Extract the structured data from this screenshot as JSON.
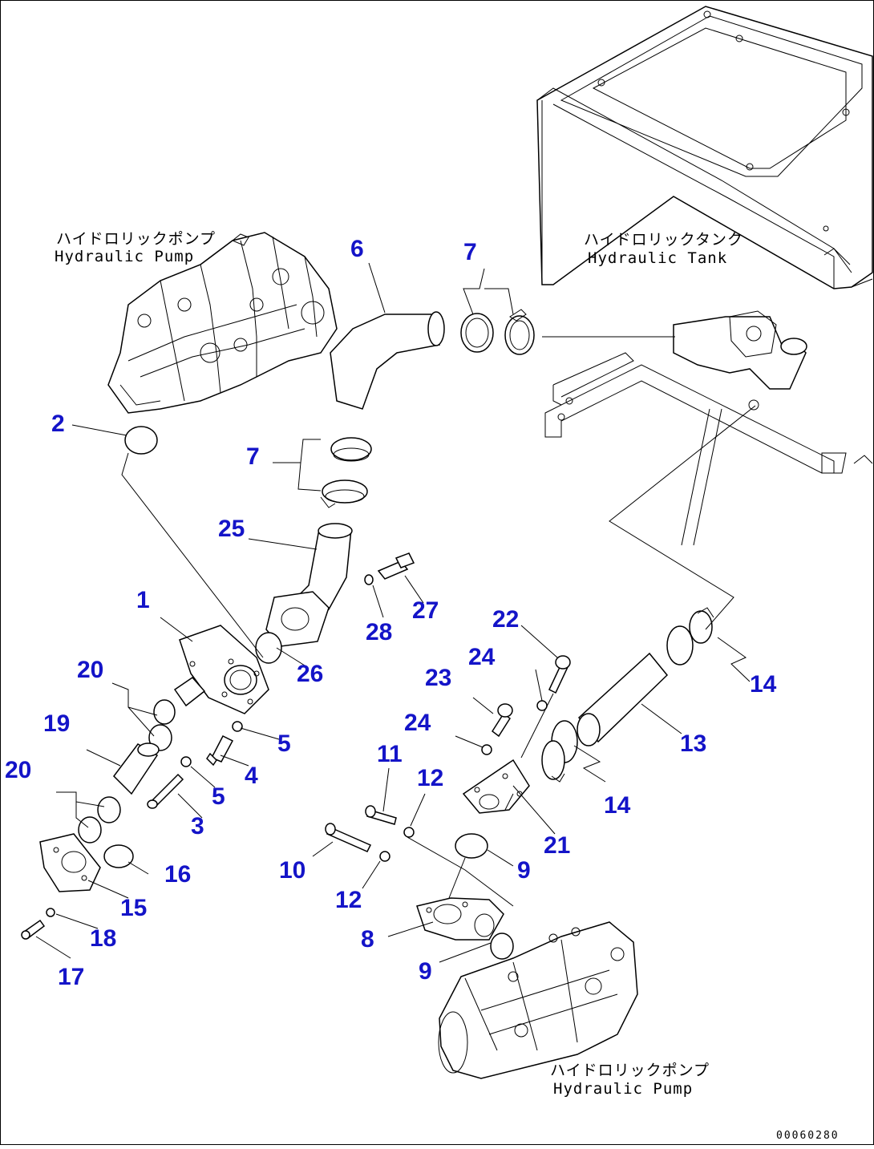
{
  "diagram": {
    "notes": {
      "pump_top_jp": "ハイドロリックポンプ",
      "pump_top_en": "Hydraulic Pump",
      "tank_jp": "ハイドロリックタンク",
      "tank_en": "Hydraulic Tank",
      "pump_bottom_jp": "ハイドロリックポンプ",
      "pump_bottom_en": "Hydraulic Pump"
    },
    "drawing_code": "00060280",
    "callouts": {
      "c1": "1",
      "c2": "2",
      "c3": "3",
      "c4": "4",
      "c5a": "5",
      "c5b": "5",
      "c6": "6",
      "c7a": "7",
      "c7b": "7",
      "c8": "8",
      "c9a": "9",
      "c9b": "9",
      "c10": "10",
      "c11": "11",
      "c12a": "12",
      "c12b": "12",
      "c13": "13",
      "c14a": "14",
      "c14b": "14",
      "c15": "15",
      "c16": "16",
      "c17": "17",
      "c18": "18",
      "c19": "19",
      "c20a": "20",
      "c20b": "20",
      "c21": "21",
      "c22": "22",
      "c23": "23",
      "c24a": "24",
      "c24b": "24",
      "c25": "25",
      "c26": "26",
      "c27": "27",
      "c28": "28"
    }
  }
}
